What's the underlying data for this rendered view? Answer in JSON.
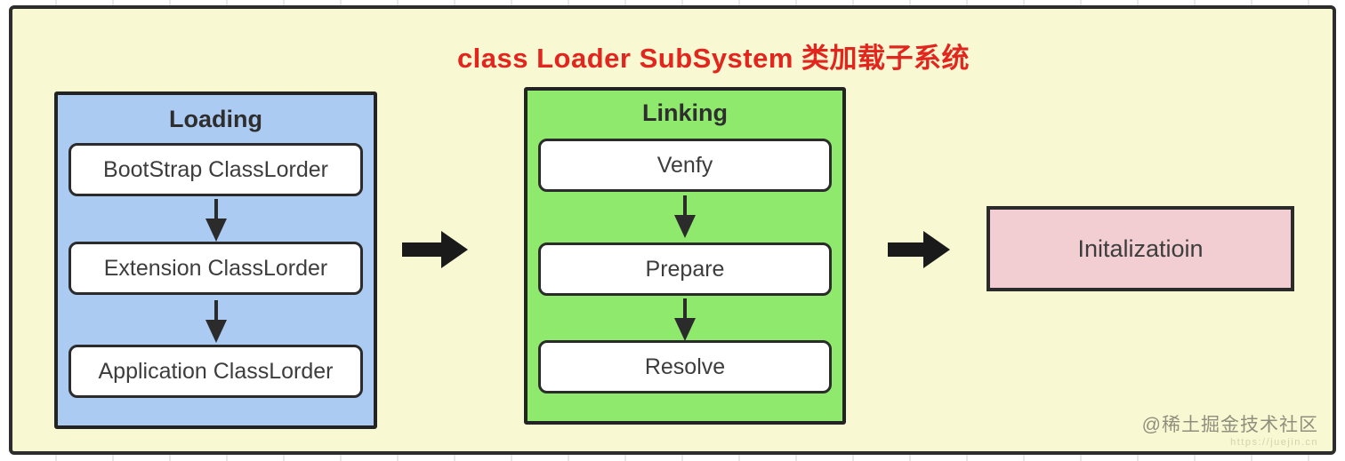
{
  "diagram": {
    "title": "class Loader SubSystem 类加载子系统",
    "stages": [
      {
        "name": "Loading",
        "steps": [
          "BootStrap ClassLorder",
          "Extension ClassLorder",
          "Application ClassLorder"
        ]
      },
      {
        "name": "Linking",
        "steps": [
          "Venfy",
          "Prepare",
          "Resolve"
        ]
      }
    ],
    "final_stage": "Initalizatioin",
    "colors": {
      "frame_background": "#f8f8d2",
      "loading_background": "#accbf2",
      "linking_background": "#8fe96d",
      "initialization_background": "#f2cdd2",
      "title_red": "#e2251d",
      "border_dark": "#2b2b2b",
      "arrow_black": "#1a1a1a"
    }
  },
  "watermark": {
    "line1": "@稀土掘金技术社区",
    "line2": "https://juejin.cn"
  }
}
